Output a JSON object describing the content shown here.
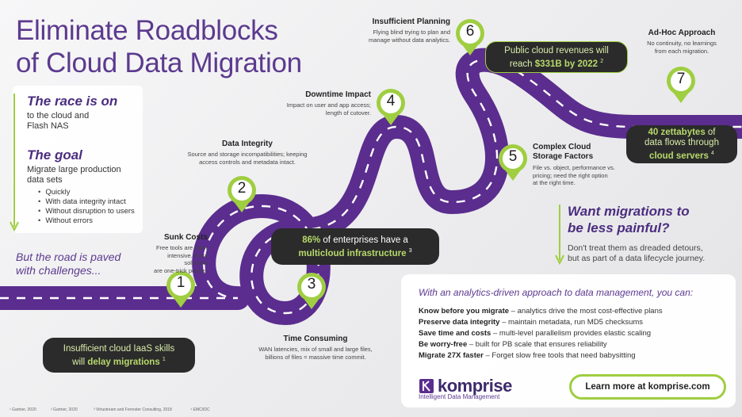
{
  "title": [
    "Eliminate Roadblocks",
    "of Cloud Data Migration"
  ],
  "race": {
    "heading": "The race is on",
    "text": [
      "to the cloud and",
      "Flash NAS"
    ]
  },
  "goal": {
    "heading": "The goal",
    "text": [
      "Migrate large production",
      "data sets"
    ],
    "bullets": [
      "Quickly",
      "With data integrity intact",
      "Without disruption to users",
      "Without errors"
    ]
  },
  "challenges": [
    "But the road is paved",
    "with challenges..."
  ],
  "roadblocks": [
    {
      "num": "1",
      "title": "Sunk Costs",
      "desc": [
        "Free tools are labor",
        "intensive. Point solutions",
        "are one-trick ponies."
      ]
    },
    {
      "num": "2",
      "title": "Data Integrity",
      "desc": [
        "Source and storage incompatibilities; keeping",
        "access controls and metadata intact."
      ]
    },
    {
      "num": "3",
      "title": "Time Consuming",
      "desc": [
        "WAN latencies, mix of small and large files,",
        "billions of files = massive time commit."
      ]
    },
    {
      "num": "4",
      "title": "Downtime Impact",
      "desc": [
        "Impact on user and app access;",
        "length of cutover."
      ]
    },
    {
      "num": "5",
      "title": [
        "Complex Cloud",
        "Storage Factors"
      ],
      "desc": [
        "File vs. object, performance vs.",
        "pricing; need the right option",
        "at the right time."
      ]
    },
    {
      "num": "6",
      "title": "Insufficient Planning",
      "desc": [
        "Flying blind trying to plan and",
        "manage without data analytics."
      ]
    },
    {
      "num": "7",
      "title": "Ad-Hoc Approach",
      "desc": [
        "No continuity, no learnings",
        "from each migration."
      ]
    }
  ],
  "stats": {
    "multicloud": {
      "hl": "86%",
      "text1": " of enterprises have a",
      "hl2": "multicloud infrastructure",
      "sup": "3"
    },
    "revenue": {
      "text1": "Public cloud revenues will",
      "text2": "reach ",
      "hl": "$331B by 2022",
      "sup": "2"
    },
    "zettabytes": {
      "hl": "40 zettabytes",
      "text1": " of",
      "text2": "data flows through",
      "hl2": "cloud servers",
      "sup": "4"
    },
    "iaas": {
      "text1": "Insufficient cloud IaaS skills",
      "text2": "will ",
      "hl": "delay migrations",
      "sup": "1"
    }
  },
  "want": {
    "heading": [
      "Want migrations to",
      "be less painful?"
    ],
    "sub": [
      "Don't treat them as dreaded detours,",
      "but as part of a data lifecycle journey."
    ]
  },
  "card": {
    "heading": "With an analytics-driven approach to data management, you can:",
    "lines": [
      {
        "bold": "Know before you migrate",
        "rest": " – analytics drive the most cost-effective plans"
      },
      {
        "bold": "Preserve data integrity",
        "rest": " – maintain metadata, run MD5 checksums"
      },
      {
        "bold": "Save time and costs",
        "rest": " – multi-level parallelism provides elastic scaling"
      },
      {
        "bold": "Be worry-free",
        "rest": " – built for PB scale that ensures reliability"
      },
      {
        "bold": "Migrate 27X faster",
        "rest": " – Forget slow free tools that need babysitting"
      }
    ],
    "logo": "komprise",
    "tagline": "Intelligent Data Management",
    "cta": "Learn more at komprise.com"
  },
  "footnotes": [
    "¹ Gartner, 2020",
    "² Gartner, 2020",
    "³ Virtustream and Forrester Consulting, 2018",
    "⁴ EMC/IDC"
  ],
  "colors": {
    "road": "#5b2d8e",
    "accent_green": "#9fce41",
    "title_purple": "#5c3a8e",
    "pill_dark": "#2b2b2b"
  }
}
